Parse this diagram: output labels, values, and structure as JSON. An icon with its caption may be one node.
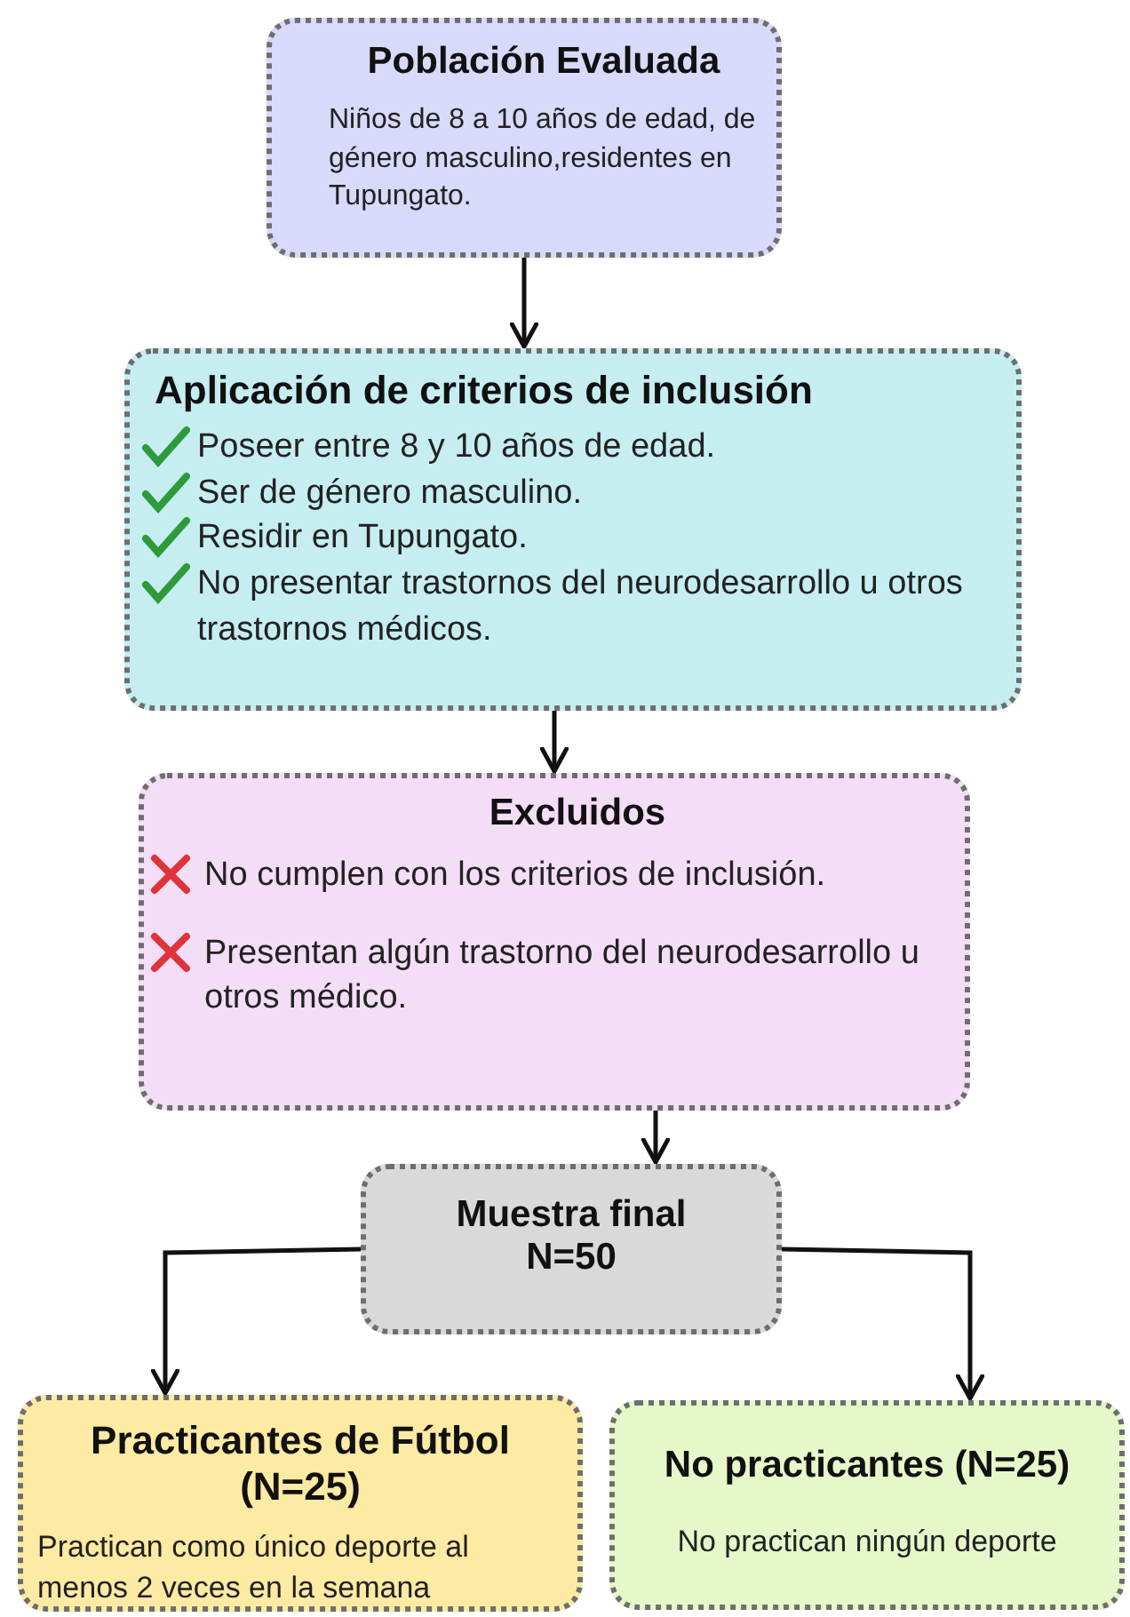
{
  "diagram": {
    "nodes": [
      {
        "text": [
          "Población Evaluada",
          "Niños de 8 a 10 años de edad, de género masculino,residentes en Tupungato."
        ]
      },
      {
        "text": [
          "Aplicación de criterios de inclusión",
          "Poseer entre 8 y 10 años de edad.",
          "Ser de género masculino.",
          "Residir en Tupungato.",
          "No presentar trastornos del neurodesarrollo u otros trastornos médicos."
        ]
      },
      {
        "text": [
          "Excluidos",
          "No cumplen con los criterios de inclusión.",
          "Presentan algún trastorno del neurodesarrollo u otros médico."
        ]
      },
      {
        "text": [
          "Muestra final N=50"
        ]
      },
      {
        "text": [
          "Practicantes de Fútbol (N=25)",
          "Practican como único deporte al menos 2 veces en la semana"
        ]
      },
      {
        "text": [
          "No practicantes (N=25)",
          "No practican ningún deporte"
        ]
      }
    ],
    "edges": [
      {
        "from": 0,
        "to": 1,
        "arrow": "to"
      },
      {
        "from": 1,
        "to": 2,
        "arrow": "to"
      },
      {
        "from": 2,
        "to": 3,
        "arrow": "to"
      },
      {
        "from": 3,
        "to": 4,
        "arrow": "to"
      },
      {
        "from": 3,
        "to": 5,
        "arrow": "to"
      }
    ]
  }
}
